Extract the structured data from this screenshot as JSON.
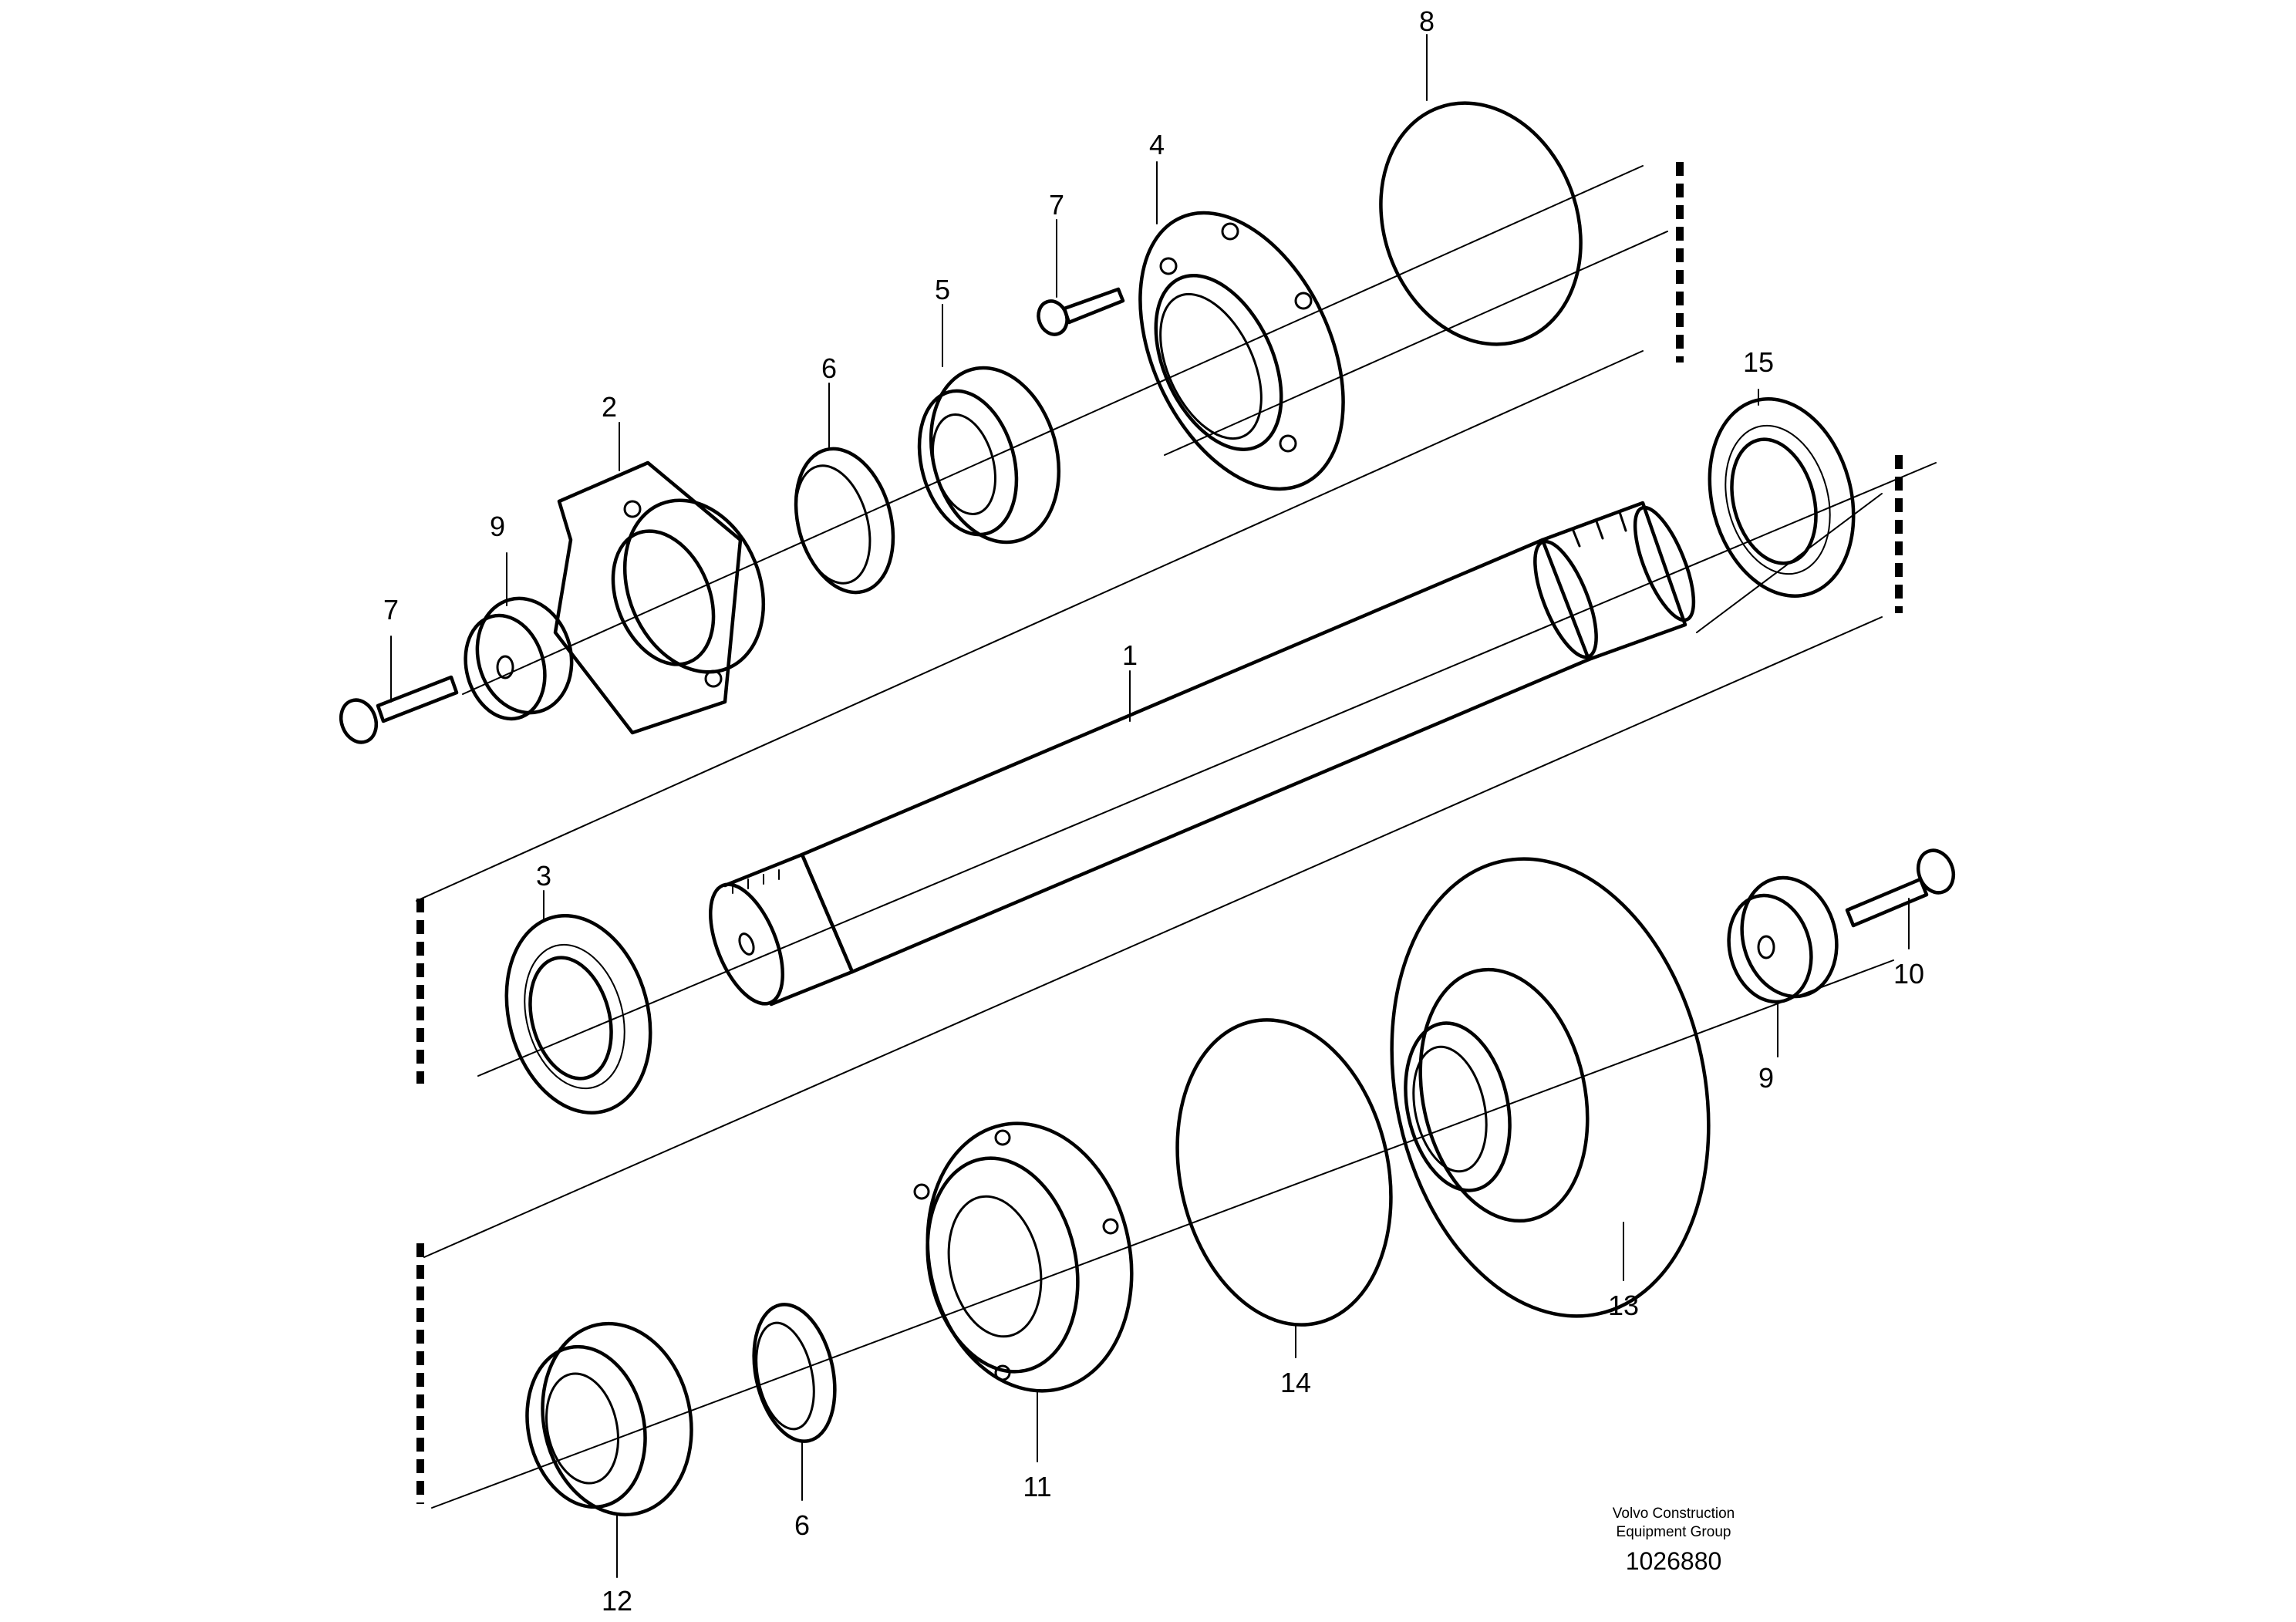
{
  "labels": {
    "1": "1",
    "2": "2",
    "3": "3",
    "4": "4",
    "5": "5",
    "6a": "6",
    "6b": "6",
    "7a": "7",
    "7b": "7",
    "8": "8",
    "9a": "9",
    "9b": "9",
    "10": "10",
    "11": "11",
    "12": "12",
    "13": "13",
    "14": "14",
    "15": "15"
  },
  "credit": {
    "line1": "Volvo Construction",
    "line2": "Equipment Group",
    "doc_number": "1026880"
  }
}
